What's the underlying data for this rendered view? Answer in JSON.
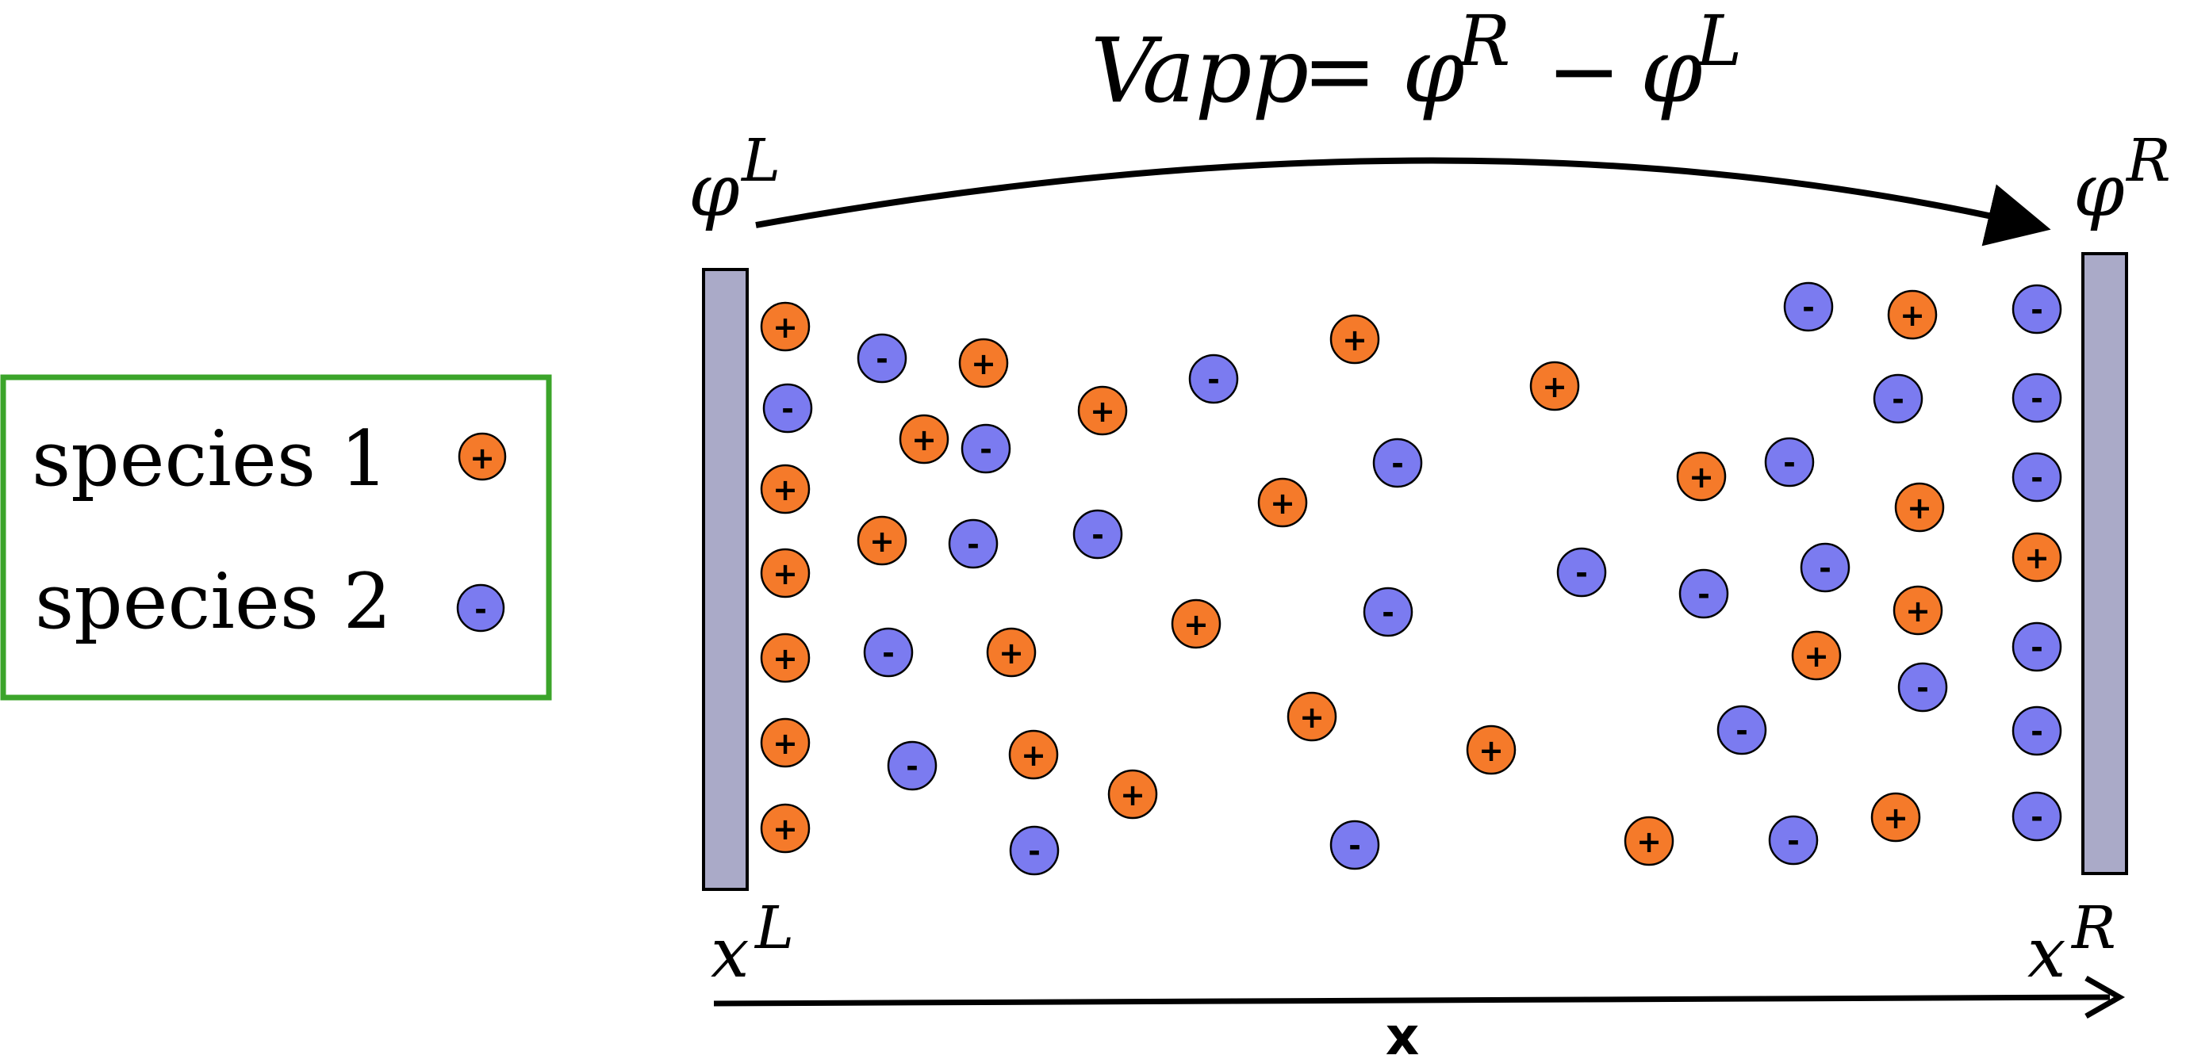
{
  "title_formula": {
    "v": "V",
    "sub": "app",
    "eq": "=",
    "phi": "φ",
    "r": "R",
    "minus": "−",
    "l": "L"
  },
  "labels": {
    "phi_left": {
      "phi": "φ",
      "sup": "L"
    },
    "phi_right": {
      "phi": "φ",
      "sup": "R"
    },
    "x_left": {
      "x": "x",
      "sup": "L"
    },
    "x_right": {
      "x": "x",
      "sup": "R"
    },
    "x_axis": "x"
  },
  "legend": {
    "items": [
      {
        "label": "species 1",
        "sign": "+",
        "color": "#f57a2a"
      },
      {
        "label": "species 2",
        "sign": "-",
        "color": "#7b7bf0"
      }
    ],
    "border_color": "#3ba42a"
  },
  "colors": {
    "cation": "#f57a2a",
    "anion": "#7b7bf0",
    "electrode": "#aaaac8"
  },
  "ion_symbols": {
    "cation": "+",
    "anion": "-"
  }
}
